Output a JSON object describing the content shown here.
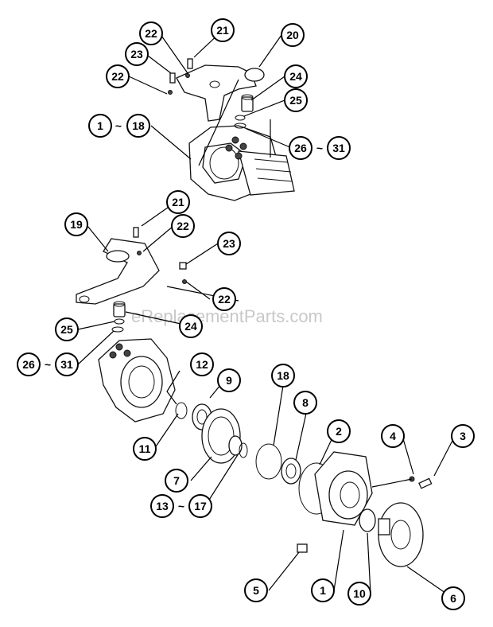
{
  "watermark": "eReplacementParts.com",
  "range_separator": "~",
  "callouts": {
    "c22a": "22",
    "c21a": "21",
    "c20": "20",
    "c23a": "23",
    "c22b": "22",
    "c24a": "24",
    "c25a": "25",
    "c1a": "1",
    "c18a": "18",
    "c26a": "26",
    "c31a": "31",
    "c21b": "21",
    "c19": "19",
    "c22c": "22",
    "c23b": "23",
    "c22d": "22",
    "c25b": "25",
    "c24b": "24",
    "c26b": "26",
    "c31b": "31",
    "c12": "12",
    "c9": "9",
    "c18b": "18",
    "c8": "8",
    "c2": "2",
    "c4": "4",
    "c3": "3",
    "c11": "11",
    "c7": "7",
    "c13": "13",
    "c17": "17",
    "c5": "5",
    "c1b": "1",
    "c10": "10",
    "c6": "6"
  }
}
